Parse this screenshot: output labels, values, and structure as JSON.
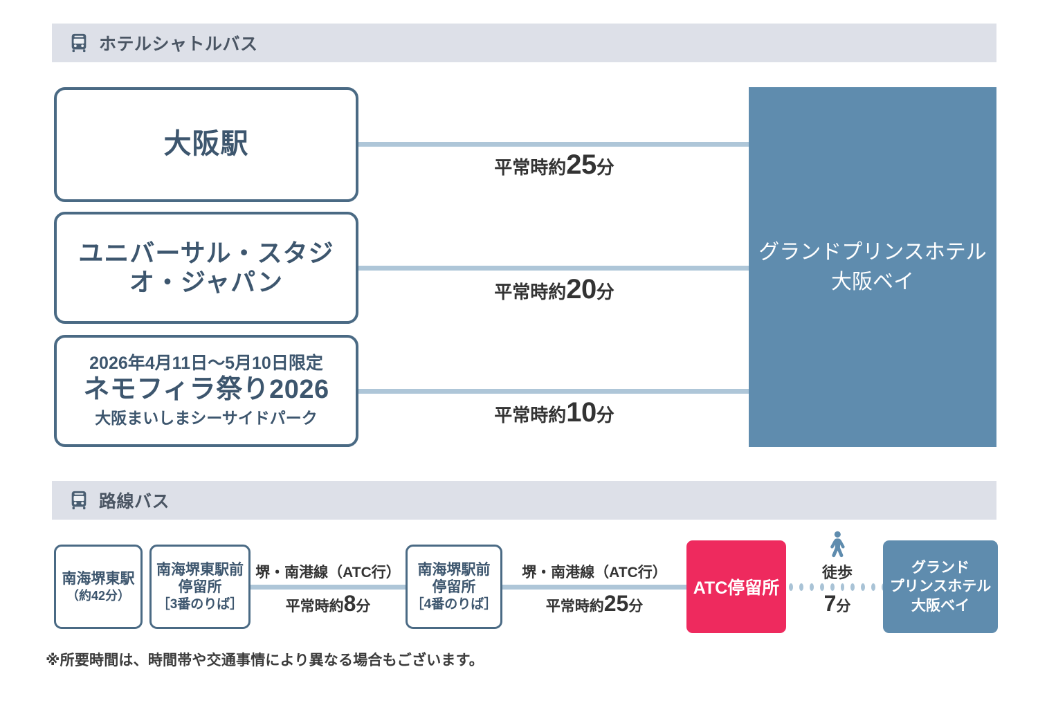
{
  "shuttle": {
    "header": {
      "icon": "bus-icon",
      "label": "ホテルシャトルバス"
    },
    "origins": [
      {
        "main": "大阪駅"
      },
      {
        "main": "ユニバーサル・スタジオ・ジャパン"
      },
      {
        "top": "2026年4月11日〜5月10日限定",
        "big": "ネモフィラ祭り2026",
        "sub": "大阪まいしまシーサイドパーク"
      }
    ],
    "segments": [
      {
        "prefix": "平常時約",
        "minutes": "25",
        "unit": "分"
      },
      {
        "prefix": "平常時約",
        "minutes": "20",
        "unit": "分"
      },
      {
        "prefix": "平常時約",
        "minutes": "10",
        "unit": "分"
      }
    ],
    "destination": "グランドプリンスホテル\n大阪ベイ"
  },
  "route_bus": {
    "header": {
      "icon": "bus-icon",
      "label": "路線バス"
    },
    "stops": [
      {
        "l1": "南海堺東駅",
        "l2": "（約42分）"
      },
      {
        "l1": "南海堺東駅前",
        "l2": "停留所",
        "l3": "［3番のりば］"
      },
      {
        "l1": "南海堺駅前",
        "l2": "停留所",
        "l3": "［4番のりば］"
      }
    ],
    "segments": [
      {
        "line": "堺・南港線（ATC行）",
        "prefix": "平常時約",
        "minutes": "8",
        "unit": "分"
      },
      {
        "line": "堺・南港線（ATC行）",
        "prefix": "平常時約",
        "minutes": "25",
        "unit": "分"
      }
    ],
    "atc_stop": "ATC停留所",
    "walk": {
      "icon": "pedestrian-icon",
      "label": "徒歩",
      "minutes": "7",
      "unit": "分"
    },
    "hotel": {
      "l1": "グランド",
      "l2": "プリンスホテル",
      "l3": "大阪ベイ"
    }
  },
  "footnote": "※所要時間は、時間帯や交通事情により異なる場合もございます。",
  "colors": {
    "header_bg": "#dde0e8",
    "steel_blue": "#5f8cae",
    "border_blue": "#4a6a84",
    "connector_blue": "#aec6d8",
    "accent_red": "#ee2a5e",
    "text_dark": "#333333"
  }
}
